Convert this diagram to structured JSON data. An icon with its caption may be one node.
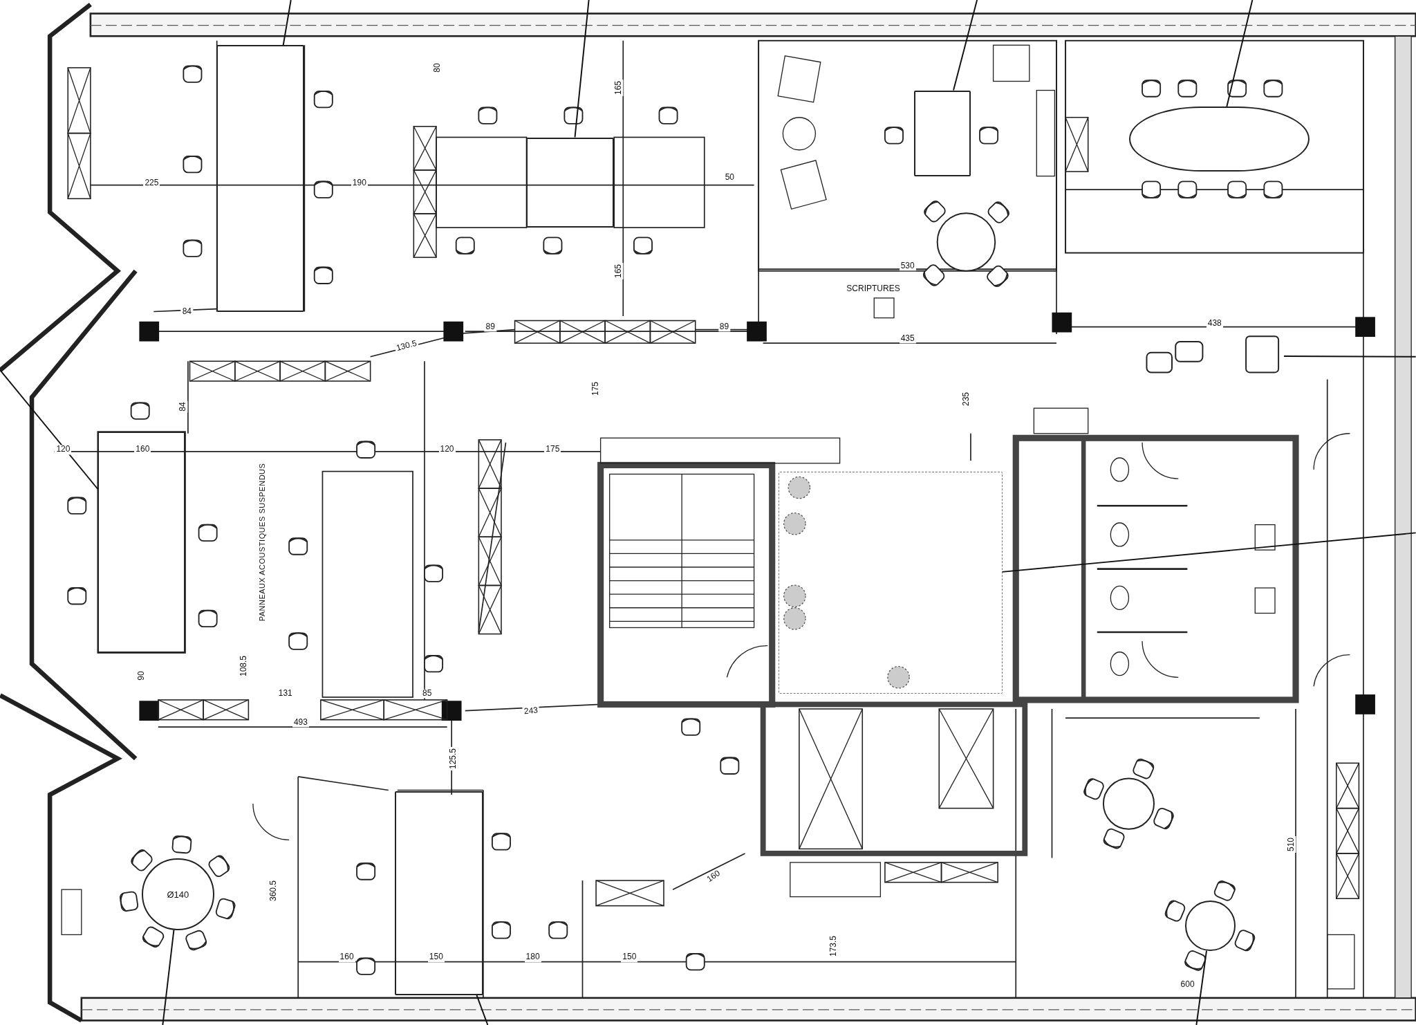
{
  "diagram": {
    "nodes": [
      {
        "text": [],
        "shape": "box"
      },
      {
        "text": [],
        "shape": "box"
      },
      {
        "text": [],
        "shape": "box"
      },
      {
        "text": [],
        "shape": "box"
      },
      {
        "text": [],
        "shape": "chair"
      },
      {
        "text": [],
        "shape": "box"
      },
      {
        "text": [],
        "shape": "box"
      },
      {
        "text": [
          "Ø140"
        ]
      },
      {
        "text": [],
        "shape": "box"
      },
      {
        "text": [],
        "shape": "circle"
      }
    ],
    "edges": [
      {
        "from": null,
        "to": 0,
        "arrow": "none"
      },
      {
        "from": null,
        "to": 1,
        "arrow": "none"
      },
      {
        "from": null,
        "to": 2,
        "arrow": "none"
      },
      {
        "from": null,
        "to": 3,
        "arrow": "none"
      },
      {
        "from": null,
        "to": 4,
        "arrow": "none"
      },
      {
        "from": null,
        "to": 5,
        "arrow": "none"
      },
      {
        "from": null,
        "to": 6,
        "arrow": "none"
      },
      {
        "from": null,
        "to": 7,
        "arrow": "none"
      },
      {
        "from": null,
        "to": 8,
        "arrow": "none"
      },
      {
        "from": null,
        "to": 9,
        "arrow": "none"
      }
    ],
    "labels": [
      "225",
      "190",
      "80",
      "165",
      "50",
      "165",
      "84",
      "130.5",
      "89",
      "89",
      "530",
      "SCRIPTURES",
      "435",
      "438",
      "235",
      "175",
      "120",
      "160",
      "120",
      "175",
      "84",
      "PANNEAUX ACOUSTIQUES SUSPENDUS",
      "90",
      "108.5",
      "131",
      "85",
      "493",
      "243",
      "125.5",
      "360.5",
      "160",
      "150",
      "180",
      "150",
      "160",
      "173.5",
      "510",
      "600"
    ]
  }
}
